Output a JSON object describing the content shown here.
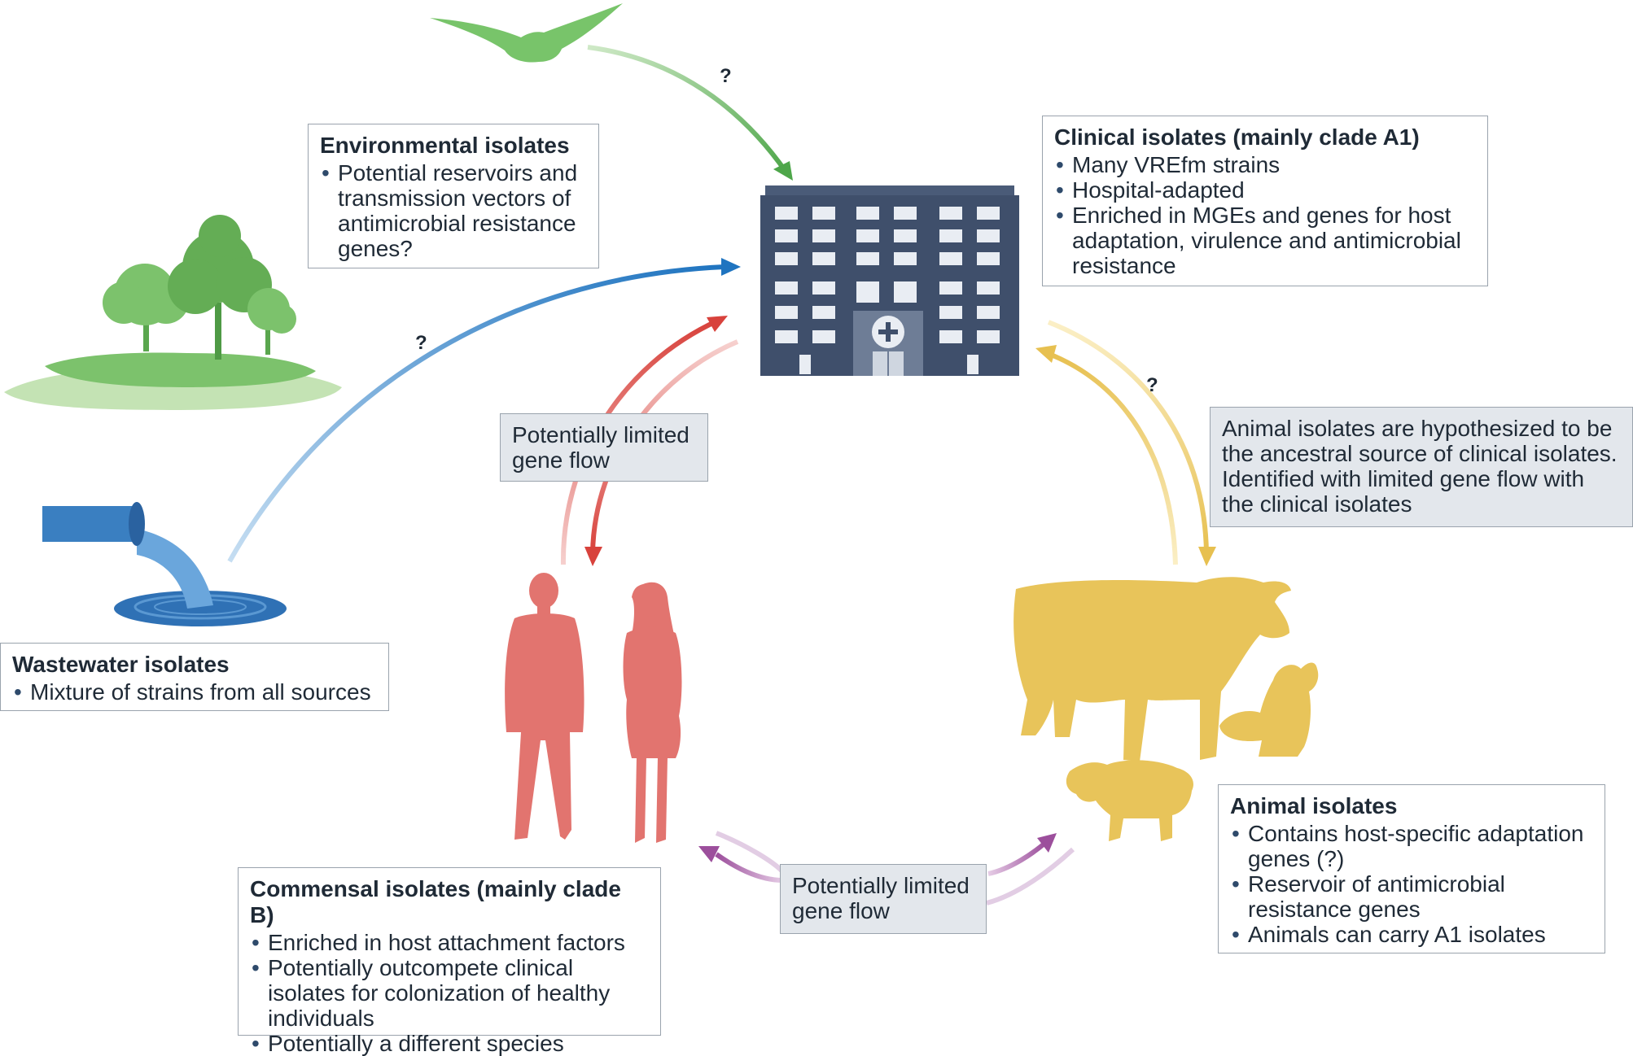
{
  "environmental": {
    "title": "Environmental isolates",
    "items": [
      "Potential reservoirs and transmission vectors of antimicrobial resistance genes?"
    ]
  },
  "clinical": {
    "title": "Clinical isolates (mainly clade A1)",
    "items": [
      "Many VREfm strains",
      "Hospital-adapted",
      "Enriched in MGEs and genes for host adaptation, virulence and antimicrobial resistance"
    ]
  },
  "limited_flow_top": {
    "text": "Potentially limited gene flow"
  },
  "animal_note": {
    "text": "Animal isolates are hypothesized to be the ancestral source of clinical isolates. Identified with limited gene flow with the clinical isolates"
  },
  "wastewater": {
    "title": "Wastewater isolates",
    "items": [
      "Mixture of strains from all sources"
    ]
  },
  "animal": {
    "title": "Animal isolates",
    "items": [
      "Contains host-specific adaptation genes (?)",
      "Reservoir of antimicrobial resistance genes",
      "Animals can carry A1 isolates"
    ]
  },
  "commensal": {
    "title": "Commensal isolates (mainly clade B)",
    "items": [
      "Enriched in host attachment factors",
      "Potentially outcompete clinical isolates for colonization of healthy individuals",
      "Potentially a different species"
    ]
  },
  "limited_flow_bottom": {
    "text": "Potentially limited gene flow"
  },
  "question_marks": {
    "bird": "?",
    "wastewater": "?",
    "animal": "?"
  },
  "colors": {
    "bird": "#5cb85c",
    "environment": "#78c46a",
    "water": "#3f83c2",
    "hospital": "#3f4f6b",
    "human": "#e2746f",
    "animal": "#e8c45a",
    "flow_purple": "#9c4f9c",
    "flow_red": "#d44a45"
  },
  "icons": [
    "bird-icon",
    "trees-icon",
    "pipe-icon",
    "hospital-icon",
    "man-icon",
    "woman-icon",
    "cow-icon",
    "dog-icon",
    "pig-icon"
  ]
}
